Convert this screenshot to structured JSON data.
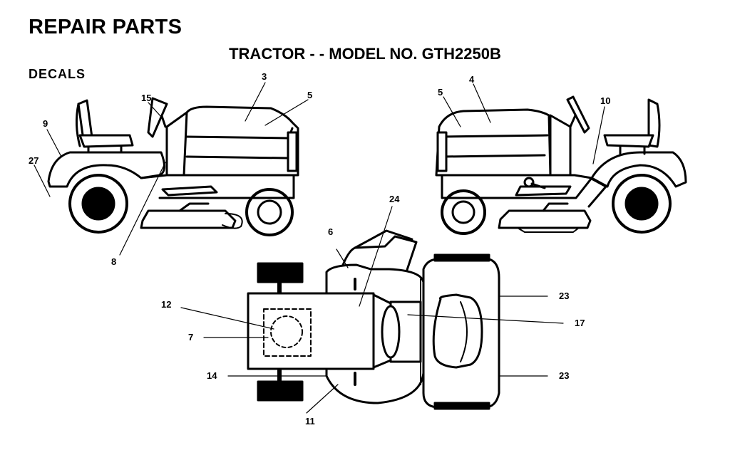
{
  "header": {
    "title": "REPAIR PARTS",
    "subtitle": "TRACTOR - - MODEL NO. GTH2250B",
    "section": "DECALS"
  },
  "callouts": {
    "c3": "3",
    "c5a": "5",
    "c15": "15",
    "c9": "9",
    "c27": "27",
    "c8": "8",
    "c5b": "5",
    "c4": "4",
    "c10": "10",
    "c24": "24",
    "c6": "6",
    "c12": "12",
    "c7": "7",
    "c14": "14",
    "c11": "11",
    "c23a": "23",
    "c17": "17",
    "c23b": "23"
  }
}
